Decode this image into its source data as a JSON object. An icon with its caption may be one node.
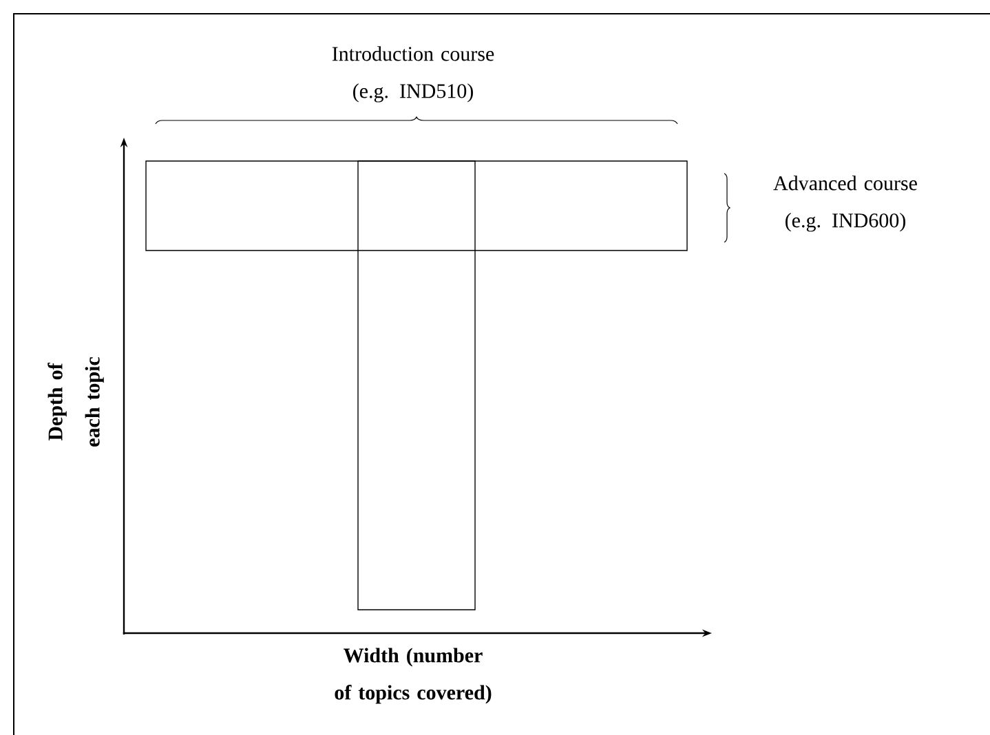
{
  "diagram": {
    "nodes": [
      {
        "text": [],
        "shape": "box"
      },
      {
        "text": [],
        "shape": "box"
      }
    ],
    "labels": [
      "Introduction course (e.g. IND510)",
      "Advanced course (e.g. IND600)",
      "Depth of each topic",
      "Width (number of topics covered)"
    ]
  }
}
